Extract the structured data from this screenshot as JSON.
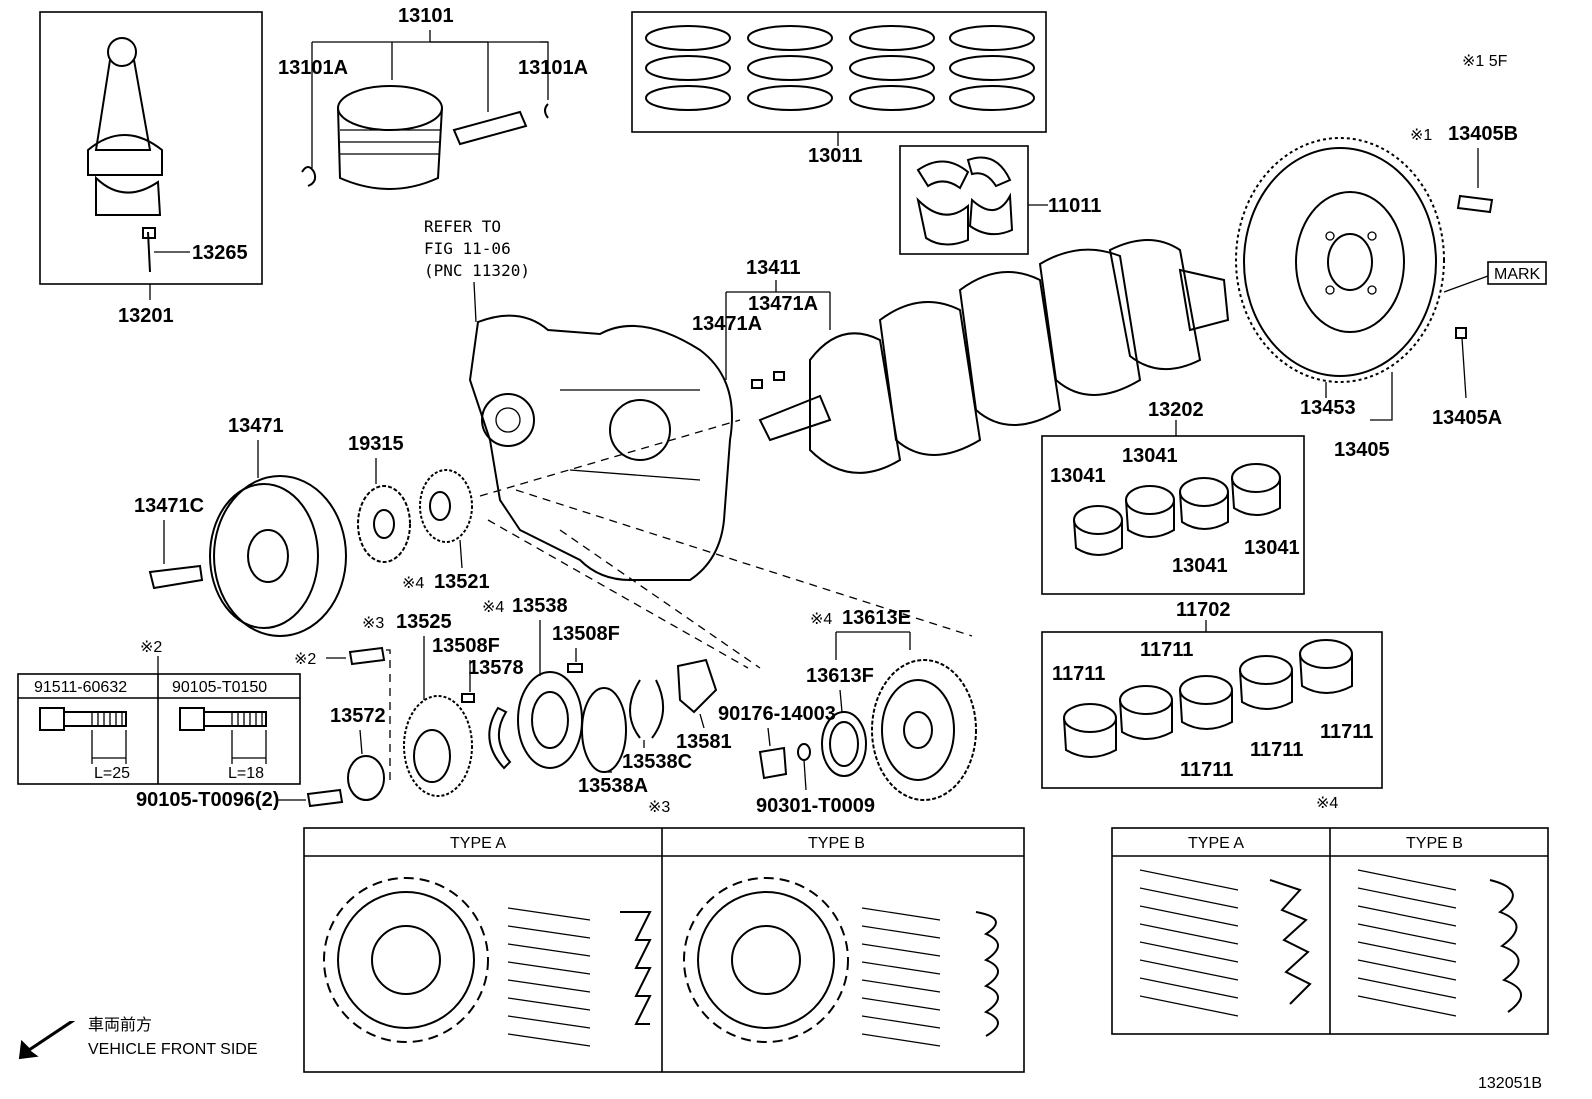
{
  "labels": {
    "con_rod_assy": "13201",
    "con_rod_bolt": "13265",
    "piston_set": "13101",
    "piston_pin_retainer_left": "13101A",
    "piston_pin_retainer_right": "13101A",
    "piston_ring_set": "13011",
    "thrust_washer": "11011",
    "refer_to": "REFER TO",
    "fig_ref": "FIG 11-06",
    "pnc_ref": "(PNC 11320)",
    "crank_key_group": "13411",
    "crank_key_a": "13471A",
    "crank_key_b": "13471A",
    "crankshaft": "13202",
    "crank_bearing_1": "13041",
    "crank_bearing_2": "13041",
    "crank_bearing_3": "13041",
    "crank_bearing_4": "13041",
    "crank_bearing_set": "11702",
    "main_bearing_1": "11711",
    "main_bearing_2": "11711",
    "main_bearing_3": "11711",
    "main_bearing_4": "11711",
    "main_bearing_5": "11711",
    "flywheel_bolt_note": "※1",
    "flywheel_bolt": "13405B",
    "mark": "MARK",
    "flywheel_ring_gear": "13453",
    "flywheel_assy": "13405",
    "flywheel_pin": "13405A",
    "engine_note": "※1 5F",
    "crank_pulley": "13471",
    "crank_pulley_bolt": "13471C",
    "chain_sprocket": "19315",
    "crank_timing_gear_note": "※4",
    "crank_timing_gear": "13521",
    "balancer_gear_note": "※3",
    "balancer_gear": "13525",
    "plate_note": "※4",
    "plate": "13538",
    "pin_f_1": "13508F",
    "pin_f_2": "13508F",
    "washer_13578": "13578",
    "plate_13572": "13572",
    "snap_ring_a": "13538A",
    "snap_ring_c": "13538C",
    "idler_13581": "13581",
    "driven_gear_note": "※4",
    "driven_gear_e": "13613E",
    "driven_gear_f": "13613F",
    "plug_90176": "90176-14003",
    "gasket_90301": "90301-T0009",
    "bolt_90105_t0096": "90105-T0096(2)",
    "bolt_note_2": "※2",
    "bolt_note_2_table": "※2",
    "bolt_table_col1": "91511-60632",
    "bolt_table_col2": "90105-T0150",
    "bolt_length_1": "L=25",
    "bolt_length_2": "L=18",
    "type_section_note_3": "※3",
    "type_section_note_4": "※4",
    "type_a_1": "TYPE A",
    "type_b_1": "TYPE B",
    "type_a_2": "TYPE A",
    "type_b_2": "TYPE B",
    "front_side_jp": "車両前方",
    "front_side_en": "VEHICLE FRONT SIDE",
    "figure_id": "132051B"
  }
}
